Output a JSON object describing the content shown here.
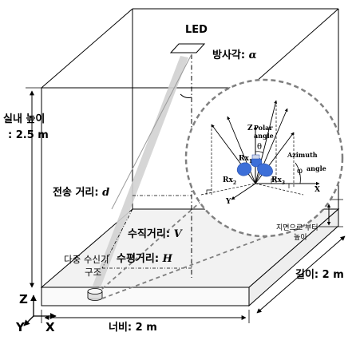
{
  "labels": {
    "led": "LED",
    "radiation_angle": "방사각:",
    "radiation_angle_symbol": "α",
    "room_height_line1": "실내 높이",
    "room_height_line2": ": 2.5 m",
    "transmission_distance": "전송 거리:",
    "transmission_distance_symbol": "d",
    "vertical_distance": "수직거리:",
    "vertical_distance_symbol": "V",
    "horizontal_distance": "수평거리:",
    "horizontal_distance_symbol": "H",
    "multi_receiver_line1": "다중 수신기",
    "multi_receiver_line2": "구조",
    "height_from_floor_line1": "지면으로 부터",
    "height_from_floor_line2": "높이",
    "length": "길이: 2 m",
    "width": "너비: 2 m",
    "axis_z": "Z",
    "axis_y": "Y",
    "axis_x": "X"
  },
  "inset": {
    "polar_line1": "Polar",
    "polar_line2": "angle",
    "azimuth_line1": "Azimuth",
    "azimuth_line2": "angle",
    "theta": "θ",
    "phi": "φ",
    "rx1": "Rx",
    "rx1_sub": "1",
    "rx2": "Rx",
    "rx2_sub": "2",
    "rx3": "Rx",
    "rx3_sub": "3",
    "axis_z": "Z",
    "axis_y": "Y",
    "axis_x": "X"
  },
  "colors": {
    "receiver_blue": "#3d6fd8",
    "receiver_dark": "#2a4fa8",
    "floor": "#f2f2f2",
    "circle_dash": "#7f7f7f"
  }
}
